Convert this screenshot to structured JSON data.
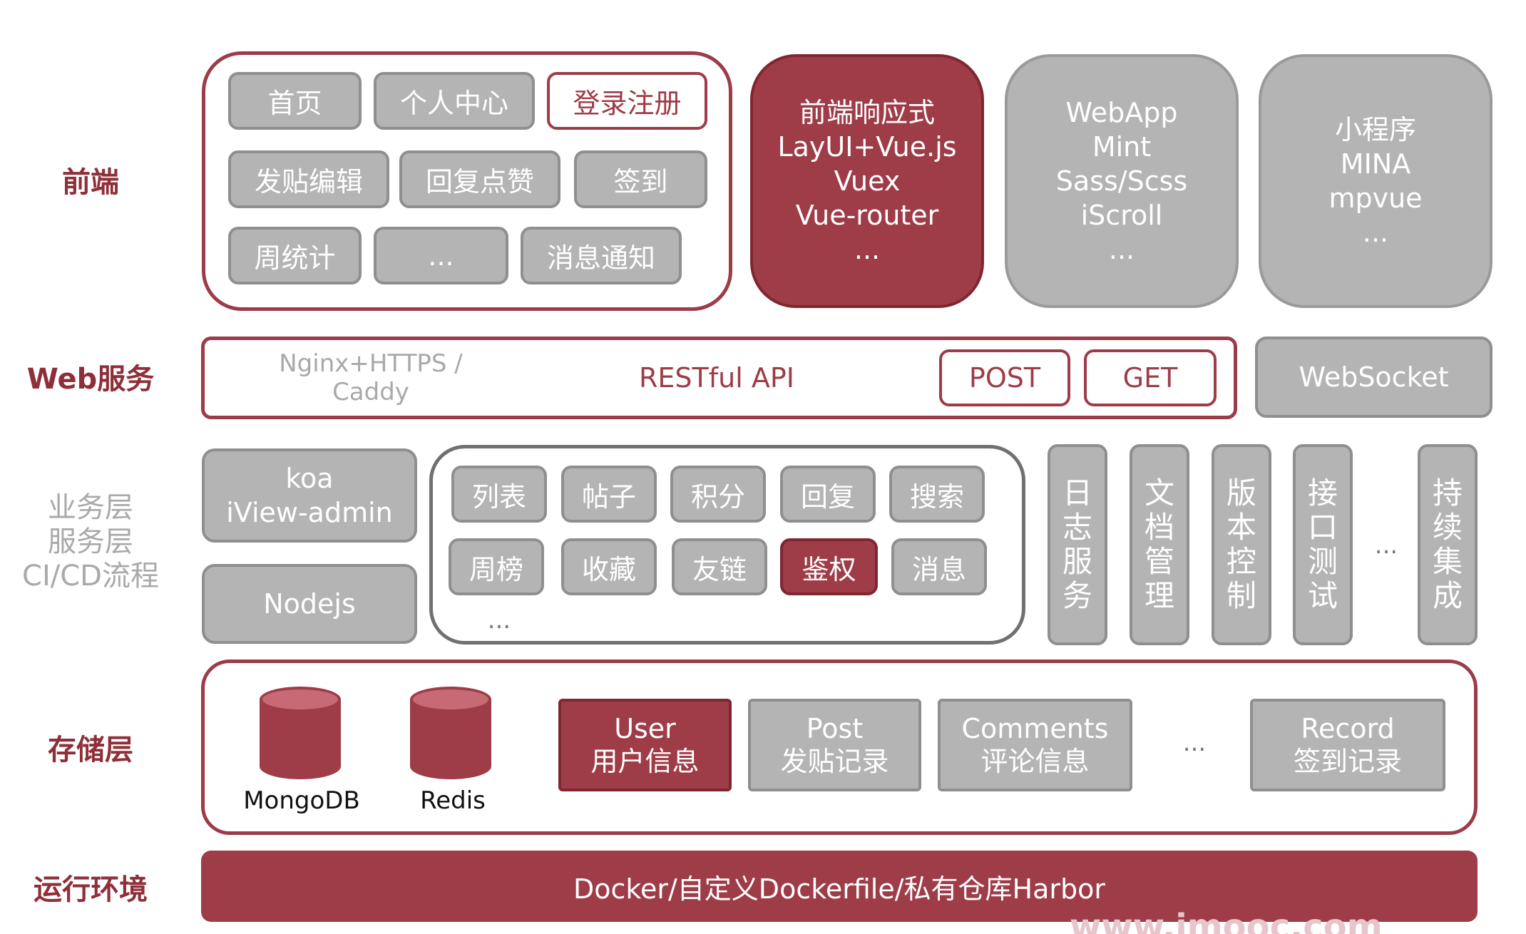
{
  "rows": {
    "frontend": "前端",
    "web": "Web服务",
    "business": [
      "业务层",
      "服务层",
      "CI/CD流程"
    ],
    "storage": "存储层",
    "runtime": "运行环境"
  },
  "frontend": {
    "pages": [
      "首页",
      "个人中心",
      "登录注册",
      "发贴编辑",
      "回复点赞",
      "签到",
      "周统计",
      "...",
      "消息通知"
    ],
    "responsive": [
      "前端响应式",
      "LayUI+Vue.js",
      "Vuex",
      "Vue-router",
      "..."
    ],
    "webapp": [
      "WebApp",
      "Mint",
      "Sass/Scss",
      "iScroll",
      "..."
    ],
    "miniprogram": [
      "小程序",
      "MINA",
      "mpvue",
      "..."
    ]
  },
  "web": {
    "server": "Nginx+HTTPS / Caddy",
    "api": "RESTful API",
    "methods": [
      "POST",
      "GET"
    ],
    "websocket": "WebSocket"
  },
  "business": {
    "koa": [
      "koa",
      "iView-admin"
    ],
    "node": "Nodejs",
    "modules": [
      "列表",
      "帖子",
      "积分",
      "回复",
      "搜索",
      "周榜",
      "收藏",
      "友链",
      "鉴权",
      "消息",
      "..."
    ],
    "services": [
      "日志服务",
      "文档管理",
      "版本控制",
      "接口测试",
      "持续集成"
    ],
    "services_dots": "..."
  },
  "storage": {
    "dbs": [
      "MongoDB",
      "Redis"
    ],
    "collections": [
      [
        "User",
        "用户信息"
      ],
      [
        "Post",
        "发贴记录"
      ],
      [
        "Comments",
        "评论信息"
      ],
      [
        "Record",
        "签到记录"
      ]
    ],
    "dots": "..."
  },
  "runtime": {
    "text": "Docker/自定义Dockerfile/私有仓库Harbor"
  },
  "watermark": "www.imooc.com",
  "colors": {
    "accent": "#9e3c48",
    "gray": "#b4b4b4"
  }
}
